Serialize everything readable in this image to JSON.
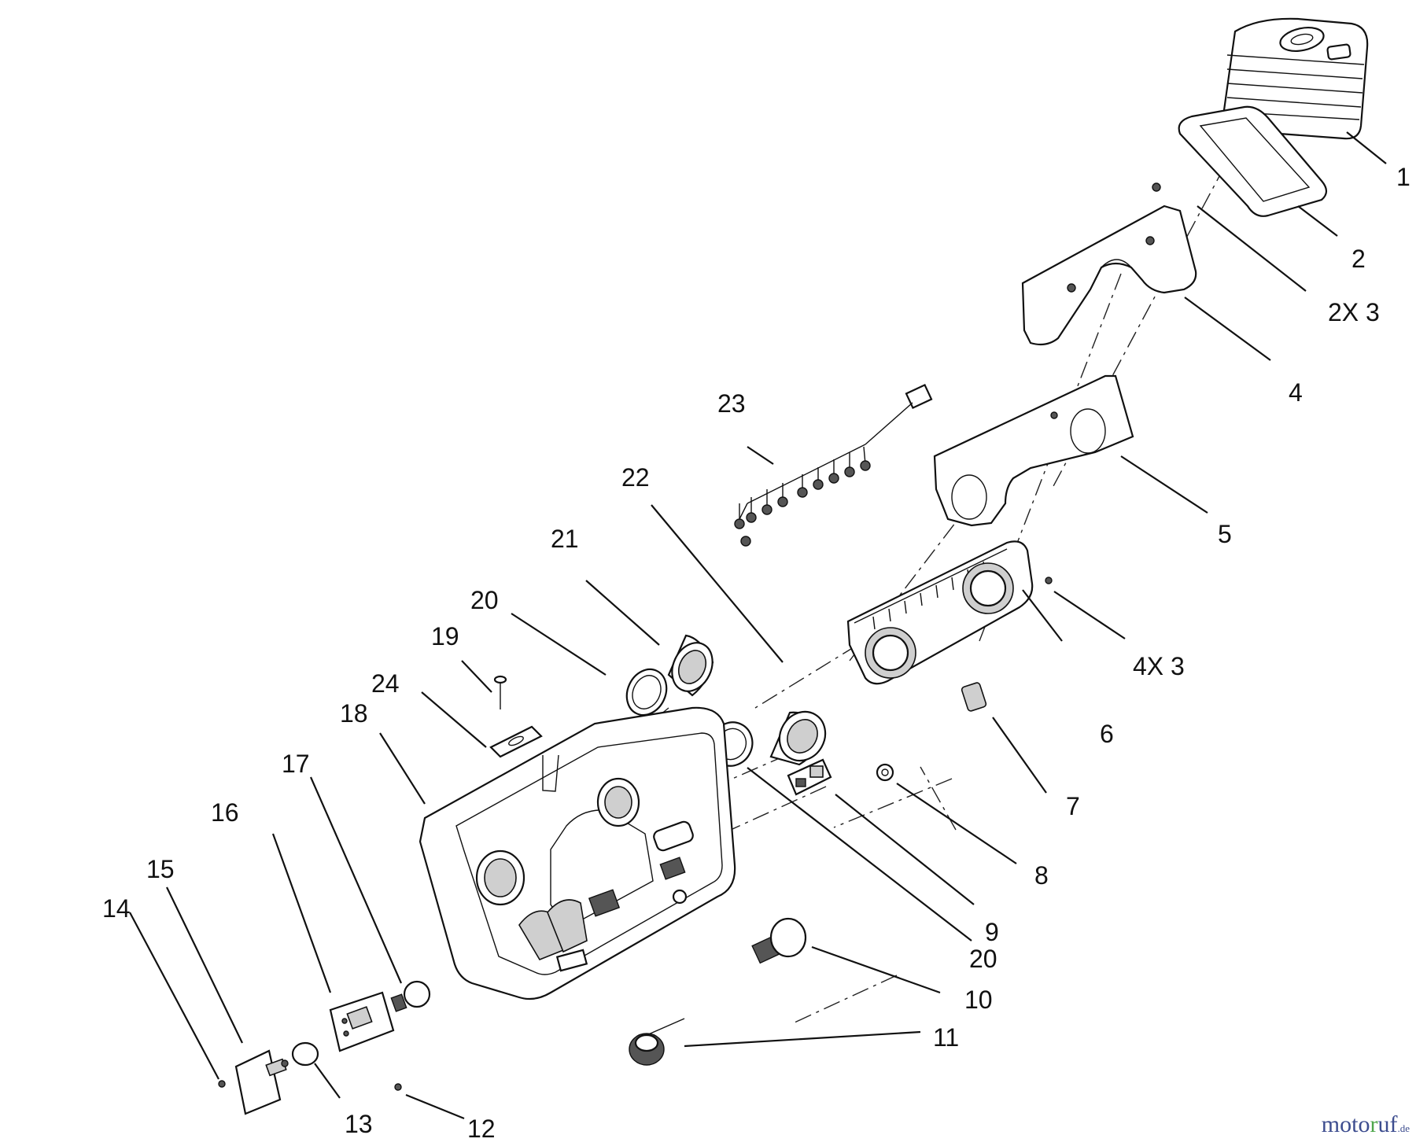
{
  "labels": {
    "l1": "1",
    "l2": "2",
    "l3": "2X 3",
    "l4": "4",
    "l5": "5",
    "l23": "23",
    "l22": "22",
    "l21": "21",
    "l20a": "20",
    "l19": "19",
    "l24": "24",
    "l18": "18",
    "l17": "17",
    "l16": "16",
    "l15": "15",
    "l14": "14",
    "l6": "6",
    "l4x3": "4X 3",
    "l7": "7",
    "l8": "8",
    "l9": "9",
    "l20b": "20",
    "l10": "10",
    "l11": "11",
    "l12": "12",
    "l13": "13"
  },
  "watermark": {
    "part1": "moto",
    "part2": "r",
    "part3": "uf",
    "suffix": ".de"
  }
}
